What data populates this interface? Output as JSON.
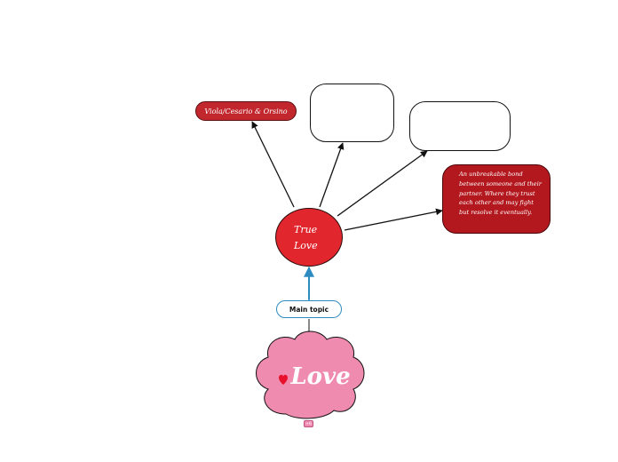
{
  "nodes": {
    "label": {
      "text": "Viola/Cesario & Orsino"
    },
    "description": {
      "text": "An unbreakable bond between someone and their partner. Where they trust each other and may fight but resolve it eventually."
    },
    "center": {
      "line1": "True",
      "line2": "Love"
    },
    "main_topic": {
      "text": "Main topic"
    },
    "cloud": {
      "text": "Love"
    },
    "badge": {
      "text": "+6"
    }
  },
  "colors": {
    "red_node": "#c1272d",
    "center_node": "#e1262e",
    "cloud": "#f08bb0",
    "link_blue": "#2e8bc0",
    "heart": "#e8102a"
  },
  "images": [
    {
      "name": "swans-heart-photo"
    },
    {
      "name": "hands-holding-photo"
    }
  ]
}
